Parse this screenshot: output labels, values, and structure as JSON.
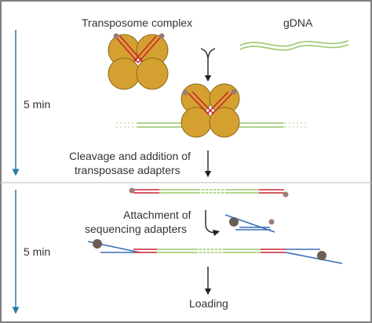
{
  "labels": {
    "transposome": "Transposome complex",
    "gdna": "gDNA",
    "time_top": "5 min",
    "cleavage_line1": "Cleavage and addition of",
    "cleavage_line2": "transposase adapters",
    "attach_line1": "Attachment of",
    "attach_line2": "sequencing adapters",
    "time_bottom": "5 min",
    "loading": "Loading"
  },
  "colors": {
    "border": "#555555",
    "timeline": "#2b7aa8",
    "arrow": "#222222",
    "enzyme_fill": "#d4a030",
    "enzyme_stroke": "#8a6a18",
    "adapter_red": "#cc2233",
    "dna_green": "#9cc86a",
    "seq_blue": "#3a6fb8",
    "cap_fill": "#9b7e72",
    "bead_fill": "#6b5e55"
  }
}
